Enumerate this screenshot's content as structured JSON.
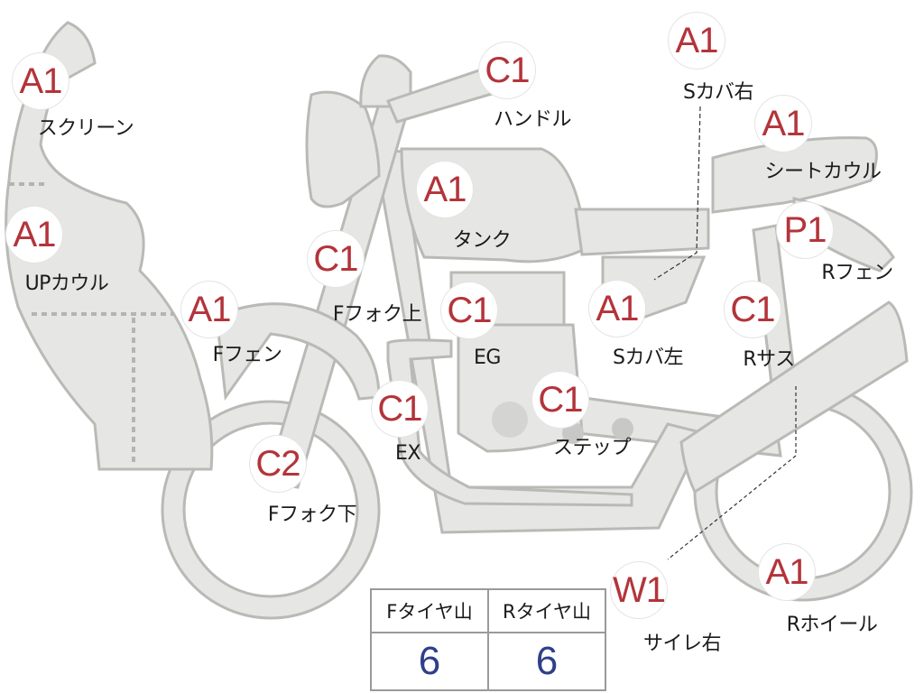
{
  "parts": [
    {
      "id": "screen",
      "grade": "A1",
      "label": "スクリーン"
    },
    {
      "id": "up-cowl",
      "grade": "A1",
      "label": "UPカウル"
    },
    {
      "id": "f-fender",
      "grade": "A1",
      "label": "Fフェン"
    },
    {
      "id": "f-fork-upper",
      "grade": "C1",
      "label": "Fフォク上"
    },
    {
      "id": "f-fork-lower",
      "grade": "C2",
      "label": "Fフォク下"
    },
    {
      "id": "handle",
      "grade": "C1",
      "label": "ハンドル"
    },
    {
      "id": "tank",
      "grade": "A1",
      "label": "タンク"
    },
    {
      "id": "engine",
      "grade": "C1",
      "label": "EG"
    },
    {
      "id": "exhaust",
      "grade": "C1",
      "label": "EX"
    },
    {
      "id": "step",
      "grade": "C1",
      "label": "ステップ"
    },
    {
      "id": "side-cover-r",
      "grade": "A1",
      "label": "Sカバ右"
    },
    {
      "id": "seat-cowl",
      "grade": "A1",
      "label": "シートカウル"
    },
    {
      "id": "r-fender",
      "grade": "P1",
      "label": "Rフェン"
    },
    {
      "id": "side-cover-l",
      "grade": "A1",
      "label": "Sカバ左"
    },
    {
      "id": "r-suspension",
      "grade": "C1",
      "label": "Rサス"
    },
    {
      "id": "silencer-r",
      "grade": "W1",
      "label": "サイレ右"
    },
    {
      "id": "r-wheel",
      "grade": "A1",
      "label": "Rホイール"
    }
  ],
  "tire_tread": {
    "front_label": "Fタイヤ山",
    "front_value": "6",
    "rear_label": "Rタイヤ山",
    "rear_value": "6"
  },
  "colors": {
    "grade": "#b3343a",
    "tread_value": "#2e3f8a",
    "part_fill": "#e6e6e4"
  }
}
